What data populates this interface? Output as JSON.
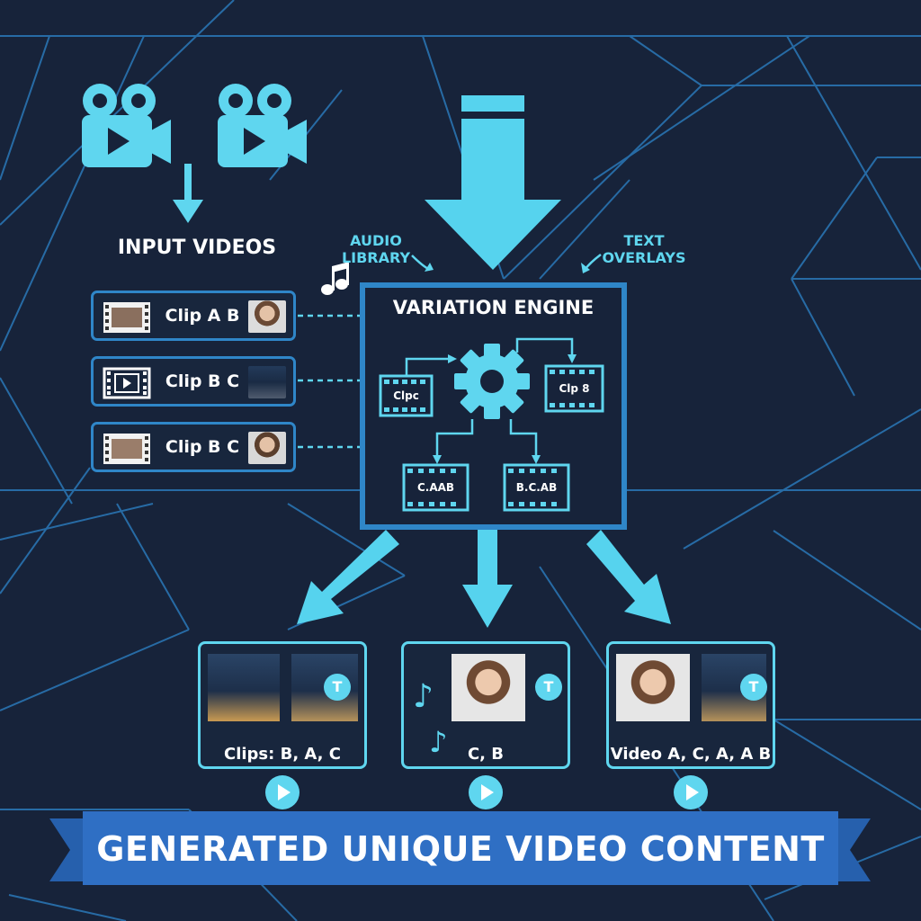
{
  "inputs": {
    "title": "INPUT VIDEOS",
    "clips": [
      {
        "label": "Clip A B"
      },
      {
        "label": "Clip B C"
      },
      {
        "label": "Clip B C"
      }
    ]
  },
  "side_labels": {
    "audio_line1": "AUDIO",
    "audio_line2": "LIBRARY",
    "text_line1": "TEXT",
    "text_line2": "OVERLAYS"
  },
  "engine": {
    "title": "VARIATION ENGINE",
    "clip_left": "Clpc",
    "clip_right": "Clp 8",
    "clip_bottom_left": "C.AAB",
    "clip_bottom_right": "B.C.AB"
  },
  "outputs": [
    {
      "caption": "Clips: B, A, C"
    },
    {
      "caption": "C, B"
    },
    {
      "caption": "Video A, C, A, A B"
    }
  ],
  "overlay_badge": "T",
  "banner": {
    "text": "GENERATED UNIQUE VIDEO CONTENT"
  },
  "colors": {
    "background": "#17233a",
    "grid_line": "#2f86c8",
    "accent_cyan": "#5fd6ef",
    "banner_blue": "#2f6fc4",
    "text": "#ffffff"
  }
}
